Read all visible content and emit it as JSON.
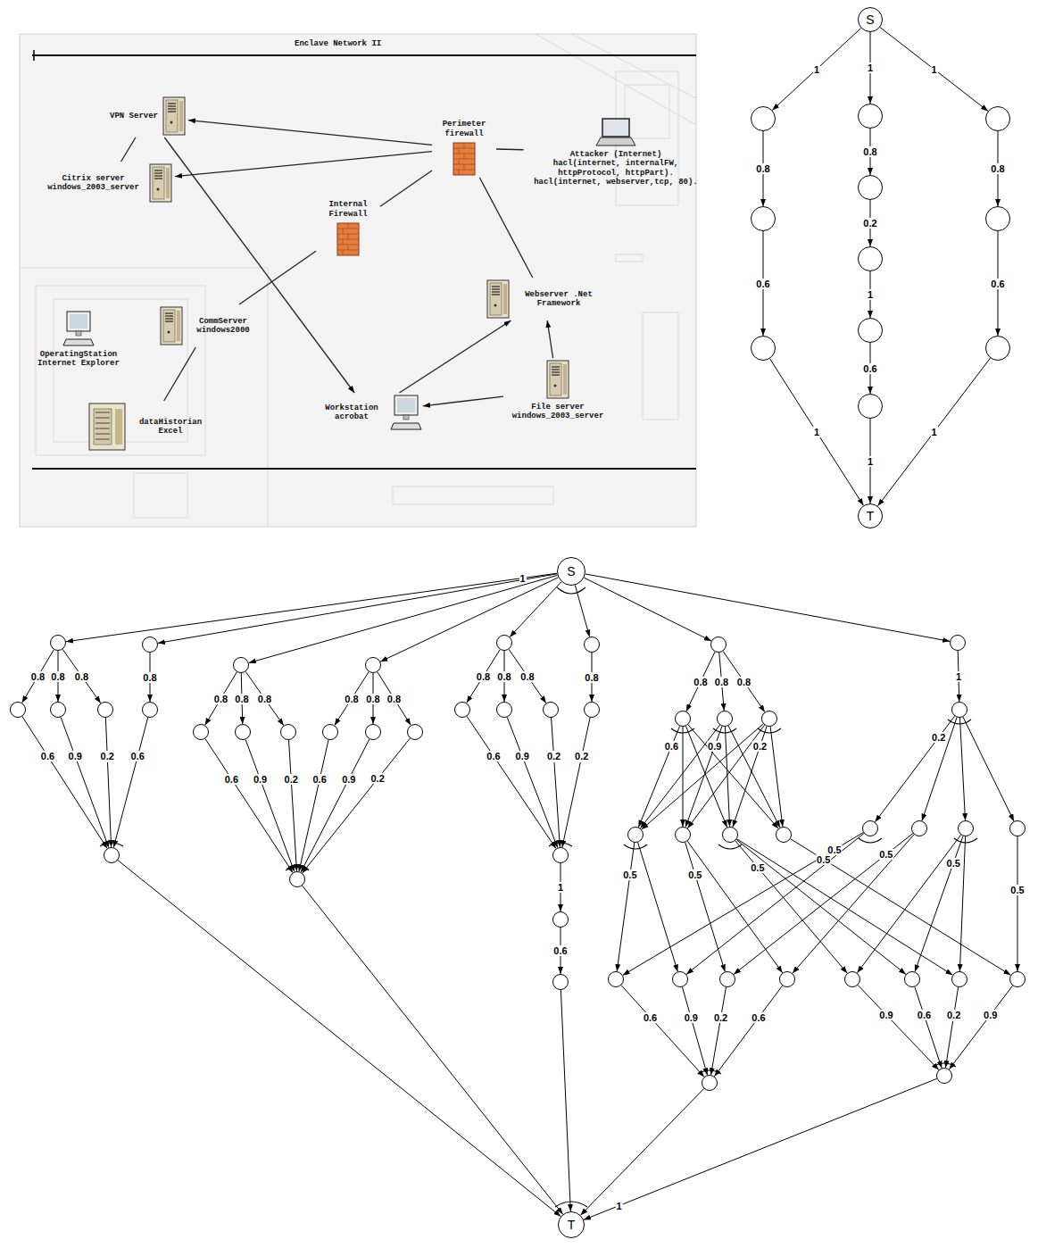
{
  "diagram": {
    "nodes": [
      {
        "text": [
          "VPN Server"
        ]
      },
      {
        "text": [
          "Citrix server windows_2003_server"
        ]
      },
      {
        "text": [
          "Perimeter firewall"
        ]
      },
      {
        "text": [
          "Attacker (Internet)",
          "hacl(internet, internalFW, httpProtocol, httpPart). hacl(internet, webserver,tcp, 80)."
        ]
      },
      {
        "text": [
          "Internal Firewall"
        ]
      },
      {
        "text": [
          "Webserver .Net Framework"
        ]
      },
      {
        "text": [
          "OperatingStation Internet Explorer"
        ]
      },
      {
        "text": [
          "CommServer windows2000"
        ]
      },
      {
        "text": [
          "dataHistorian Excel"
        ]
      },
      {
        "text": [
          "Workstation acrobat"
        ]
      },
      {
        "text": [
          "File server windows_2003_server"
        ]
      },
      {
        "text": [
          "S"
        ]
      },
      {
        "text": []
      },
      {
        "text": []
      },
      {
        "text": []
      },
      {
        "text": []
      },
      {
        "text": []
      },
      {
        "text": []
      },
      {
        "text": []
      },
      {
        "text": []
      },
      {
        "text": []
      },
      {
        "text": []
      },
      {
        "text": []
      },
      {
        "text": [
          "T"
        ]
      },
      {
        "text": [
          "S"
        ]
      },
      {
        "text": []
      },
      {
        "text": []
      },
      {
        "text": []
      },
      {
        "text": []
      },
      {
        "text": []
      },
      {
        "text": []
      },
      {
        "text": []
      },
      {
        "text": []
      },
      {
        "text": []
      },
      {
        "text": []
      },
      {
        "text": []
      },
      {
        "text": []
      },
      {
        "text": []
      },
      {
        "text": []
      },
      {
        "text": []
      },
      {
        "text": []
      },
      {
        "text": []
      },
      {
        "text": []
      },
      {
        "text": []
      },
      {
        "text": []
      },
      {
        "text": []
      },
      {
        "text": []
      },
      {
        "text": []
      },
      {
        "text": []
      },
      {
        "text": []
      },
      {
        "text": []
      },
      {
        "text": []
      },
      {
        "text": []
      },
      {
        "text": []
      },
      {
        "text": []
      },
      {
        "text": []
      },
      {
        "text": []
      },
      {
        "text": []
      },
      {
        "text": []
      },
      {
        "text": []
      },
      {
        "text": []
      },
      {
        "text": []
      },
      {
        "text": []
      },
      {
        "text": []
      },
      {
        "text": []
      },
      {
        "text": []
      },
      {
        "text": []
      },
      {
        "text": []
      },
      {
        "text": []
      },
      {
        "text": []
      },
      {
        "text": []
      },
      {
        "text": []
      },
      {
        "text": []
      },
      {
        "text": []
      },
      {
        "text": [
          "T"
        ]
      }
    ],
    "edges": [
      {
        "from": 2,
        "to": 0,
        "arrow": "to"
      },
      {
        "from": 0,
        "to": 1,
        "arrow": "none"
      },
      {
        "from": 2,
        "to": 1,
        "arrow": "to"
      },
      {
        "from": 2,
        "to": 3,
        "arrow": "none"
      },
      {
        "from": 2,
        "to": 4,
        "arrow": "none"
      },
      {
        "from": 2,
        "to": 5,
        "arrow": "none"
      },
      {
        "from": 4,
        "to": 7,
        "arrow": "none"
      },
      {
        "from": 7,
        "to": 8,
        "arrow": "none"
      },
      {
        "from": 0,
        "to": 9,
        "arrow": "to"
      },
      {
        "from": 9,
        "to": 5,
        "arrow": "to"
      },
      {
        "from": 10,
        "to": 5,
        "arrow": "to"
      },
      {
        "from": 10,
        "to": 9,
        "arrow": "to"
      },
      {
        "from": 11,
        "to": 12,
        "label": "1",
        "arrow": "to"
      },
      {
        "from": 12,
        "to": 13,
        "label": "0.8",
        "arrow": "to"
      },
      {
        "from": 13,
        "to": 14,
        "label": "0.6",
        "arrow": "to"
      },
      {
        "from": 14,
        "to": 23,
        "label": "1",
        "arrow": "to"
      },
      {
        "from": 11,
        "to": 15,
        "label": "1",
        "arrow": "to"
      },
      {
        "from": 15,
        "to": 16,
        "label": "0.8",
        "arrow": "to"
      },
      {
        "from": 16,
        "to": 17,
        "label": "0.2",
        "arrow": "to"
      },
      {
        "from": 17,
        "to": 18,
        "label": "1",
        "arrow": "to"
      },
      {
        "from": 18,
        "to": 19,
        "label": "0.6",
        "arrow": "to"
      },
      {
        "from": 19,
        "to": 23,
        "label": "1",
        "arrow": "to"
      },
      {
        "from": 11,
        "to": 20,
        "label": "1",
        "arrow": "to"
      },
      {
        "from": 20,
        "to": 21,
        "label": "0.8",
        "arrow": "to"
      },
      {
        "from": 21,
        "to": 22,
        "label": "0.6",
        "arrow": "to"
      },
      {
        "from": 22,
        "to": 23,
        "label": "1",
        "arrow": "to"
      },
      {
        "from": 24,
        "to": 25,
        "label": "1",
        "arrow": "to"
      },
      {
        "from": 24,
        "to": 29,
        "arrow": "to"
      },
      {
        "from": 24,
        "to": 32,
        "arrow": "to"
      },
      {
        "from": 24,
        "to": 36,
        "arrow": "to"
      },
      {
        "from": 24,
        "to": 41,
        "arrow": "to"
      },
      {
        "from": 24,
        "to": 45,
        "arrow": "to"
      },
      {
        "from": 24,
        "to": 50,
        "arrow": "to"
      },
      {
        "from": 24,
        "to": 58,
        "arrow": "to"
      },
      {
        "from": 25,
        "to": 26,
        "label": "0.8",
        "arrow": "to"
      },
      {
        "from": 25,
        "to": 27,
        "label": "0.8",
        "arrow": "to"
      },
      {
        "from": 25,
        "to": 28,
        "label": "0.8",
        "arrow": "to"
      },
      {
        "from": 29,
        "to": 30,
        "label": "0.8",
        "arrow": "to"
      },
      {
        "from": 26,
        "to": 31,
        "label": "0.6",
        "arrow": "to"
      },
      {
        "from": 27,
        "to": 31,
        "label": "0.9",
        "arrow": "to"
      },
      {
        "from": 28,
        "to": 31,
        "label": "0.2",
        "arrow": "to"
      },
      {
        "from": 30,
        "to": 31,
        "label": "0.6",
        "arrow": "to"
      },
      {
        "from": 31,
        "to": 74,
        "arrow": "to"
      },
      {
        "from": 32,
        "to": 33,
        "label": "0.8",
        "arrow": "to"
      },
      {
        "from": 32,
        "to": 34,
        "label": "0.8",
        "arrow": "to"
      },
      {
        "from": 32,
        "to": 35,
        "label": "0.8",
        "arrow": "to"
      },
      {
        "from": 36,
        "to": 37,
        "label": "0.8",
        "arrow": "to"
      },
      {
        "from": 36,
        "to": 38,
        "label": "0.8",
        "arrow": "to"
      },
      {
        "from": 36,
        "to": 39,
        "label": "0.8",
        "arrow": "to"
      },
      {
        "from": 33,
        "to": 40,
        "label": "0.6",
        "arrow": "to"
      },
      {
        "from": 34,
        "to": 40,
        "label": "0.9",
        "arrow": "to"
      },
      {
        "from": 35,
        "to": 40,
        "label": "0.2",
        "arrow": "to"
      },
      {
        "from": 37,
        "to": 40,
        "label": "0.6",
        "arrow": "to"
      },
      {
        "from": 38,
        "to": 40,
        "label": "0.9",
        "arrow": "to"
      },
      {
        "from": 39,
        "to": 40,
        "label": "0.2",
        "arrow": "to"
      },
      {
        "from": 40,
        "to": 74,
        "arrow": "to"
      },
      {
        "from": 41,
        "to": 42,
        "label": "0.8",
        "arrow": "to"
      },
      {
        "from": 41,
        "to": 43,
        "label": "0.8",
        "arrow": "to"
      },
      {
        "from": 41,
        "to": 44,
        "label": "0.8",
        "arrow": "to"
      },
      {
        "from": 45,
        "to": 46,
        "label": "0.8",
        "arrow": "to"
      },
      {
        "from": 42,
        "to": 47,
        "label": "0.6",
        "arrow": "to"
      },
      {
        "from": 43,
        "to": 47,
        "label": "0.9",
        "arrow": "to"
      },
      {
        "from": 44,
        "to": 47,
        "label": "0.2",
        "arrow": "to"
      },
      {
        "from": 46,
        "to": 47,
        "label": "0.2",
        "arrow": "to"
      },
      {
        "from": 47,
        "to": 48,
        "label": "1",
        "arrow": "to"
      },
      {
        "from": 48,
        "to": 49,
        "label": "0.6",
        "arrow": "to"
      },
      {
        "from": 49,
        "to": 74,
        "arrow": "to"
      },
      {
        "from": 50,
        "to": 51,
        "label": "0.8",
        "arrow": "to"
      },
      {
        "from": 50,
        "to": 52,
        "label": "0.8",
        "arrow": "to"
      },
      {
        "from": 50,
        "to": 53,
        "label": "0.8",
        "arrow": "to"
      },
      {
        "from": 51,
        "to": 54,
        "label": "0.6",
        "arrow": "to"
      },
      {
        "from": 51,
        "to": 55,
        "arrow": "to"
      },
      {
        "from": 51,
        "to": 56,
        "arrow": "to"
      },
      {
        "from": 51,
        "to": 57,
        "arrow": "to"
      },
      {
        "from": 52,
        "to": 54,
        "arrow": "to"
      },
      {
        "from": 52,
        "to": 55,
        "label": "0.9",
        "arrow": "to"
      },
      {
        "from": 52,
        "to": 56,
        "arrow": "to"
      },
      {
        "from": 52,
        "to": 57,
        "arrow": "to"
      },
      {
        "from": 53,
        "to": 54,
        "arrow": "to"
      },
      {
        "from": 53,
        "to": 55,
        "arrow": "to"
      },
      {
        "from": 53,
        "to": 56,
        "label": "0.2",
        "arrow": "to"
      },
      {
        "from": 53,
        "to": 57,
        "arrow": "to"
      },
      {
        "from": 54,
        "to": 64,
        "label": "0.5",
        "arrow": "to"
      },
      {
        "from": 54,
        "to": 65,
        "arrow": "to"
      },
      {
        "from": 55,
        "to": 66,
        "label": "0.5",
        "arrow": "to"
      },
      {
        "from": 55,
        "to": 67,
        "arrow": "to"
      },
      {
        "from": 56,
        "to": 69,
        "label": "0.5",
        "arrow": "to"
      },
      {
        "from": 56,
        "to": 70,
        "arrow": "to"
      },
      {
        "from": 56,
        "to": 71,
        "arrow": "to"
      },
      {
        "from": 57,
        "to": 72,
        "label": "0.5",
        "arrow": "to"
      },
      {
        "from": 58,
        "to": 59,
        "label": "1",
        "arrow": "to"
      },
      {
        "from": 59,
        "to": 60,
        "label": "0.2",
        "arrow": "to"
      },
      {
        "from": 59,
        "to": 61,
        "arrow": "to"
      },
      {
        "from": 59,
        "to": 62,
        "arrow": "to"
      },
      {
        "from": 59,
        "to": 63,
        "arrow": "to"
      },
      {
        "from": 60,
        "to": 64,
        "label": "0.5",
        "arrow": "to"
      },
      {
        "from": 60,
        "to": 65,
        "arrow": "to"
      },
      {
        "from": 61,
        "to": 66,
        "label": "0.5",
        "arrow": "to"
      },
      {
        "from": 61,
        "to": 67,
        "arrow": "to"
      },
      {
        "from": 62,
        "to": 69,
        "arrow": "to"
      },
      {
        "from": 62,
        "to": 70,
        "label": "0.5",
        "arrow": "to"
      },
      {
        "from": 62,
        "to": 71,
        "arrow": "to"
      },
      {
        "from": 63,
        "to": 72,
        "label": "0.5",
        "arrow": "to"
      },
      {
        "from": 64,
        "to": 68,
        "label": "0.6",
        "arrow": "to"
      },
      {
        "from": 65,
        "to": 68,
        "label": "0.9",
        "arrow": "to"
      },
      {
        "from": 66,
        "to": 68,
        "label": "0.2",
        "arrow": "to"
      },
      {
        "from": 67,
        "to": 68,
        "label": "0.6",
        "arrow": "to"
      },
      {
        "from": 68,
        "to": 74,
        "arrow": "to"
      },
      {
        "from": 69,
        "to": 73,
        "label": "0.9",
        "arrow": "to"
      },
      {
        "from": 70,
        "to": 73,
        "label": "0.6",
        "arrow": "to"
      },
      {
        "from": 71,
        "to": 73,
        "label": "0.2",
        "arrow": "to"
      },
      {
        "from": 72,
        "to": 73,
        "label": "0.9",
        "arrow": "to"
      },
      {
        "from": 73,
        "to": 74,
        "label": "1",
        "arrow": "to"
      }
    ],
    "labels": [
      "Enclave Network II"
    ]
  }
}
